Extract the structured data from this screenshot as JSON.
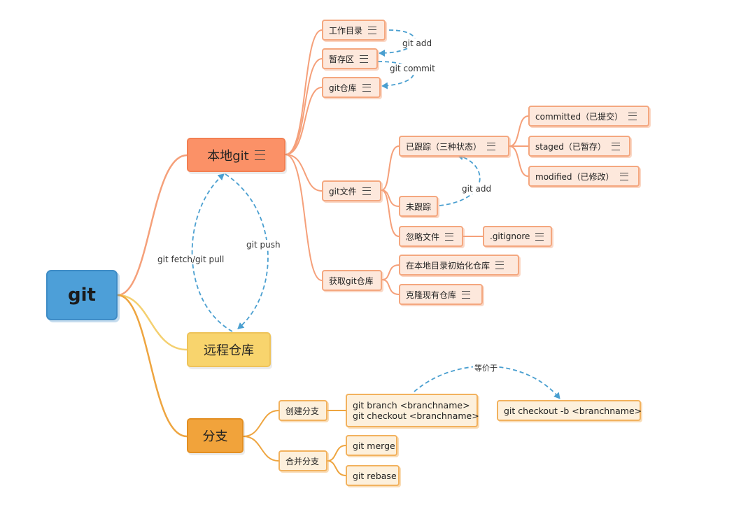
{
  "root": "git",
  "local": {
    "label": "本地git",
    "workdir": "工作目录",
    "stage": "暂存区",
    "repo": "git仓库",
    "files": {
      "label": "git文件",
      "tracked": "已跟踪（三种状态）",
      "committed": "committed（已提交）",
      "staged": "staged（已暂存）",
      "modified": "modified（已修改）",
      "untracked": "未跟踪",
      "ignored": "忽略文件",
      "gitignore": ".gitignore"
    },
    "get": {
      "label": "获取git仓库",
      "init": "在本地目录初始化仓库",
      "clone": "克隆现有仓库"
    }
  },
  "remote": {
    "label": "远程仓库"
  },
  "branch": {
    "label": "分支",
    "create": "创建分支",
    "create_cmd_1": "git branch <branchname>",
    "create_cmd_2": "git checkout <branchname>",
    "checkout_b": "git checkout -b <branchname>",
    "merge": "合并分支",
    "merge_cmd": "git merge",
    "rebase_cmd": "git rebase"
  },
  "edges": {
    "git_add_1": "git add",
    "git_commit": "git commit",
    "git_add_2": "git add",
    "git_push": "git push",
    "git_fetch_pull": "git fetch/git pull",
    "equivalent": "等价于"
  },
  "colors": {
    "root": "#4d9fd8",
    "local": "#fb9167",
    "remote": "#f8d46d",
    "branch": "#f1a33b",
    "local_line": "#f5a07a",
    "remote_line": "#f4d070",
    "branch_line": "#eea540",
    "dashed": "#4a9fd0"
  }
}
